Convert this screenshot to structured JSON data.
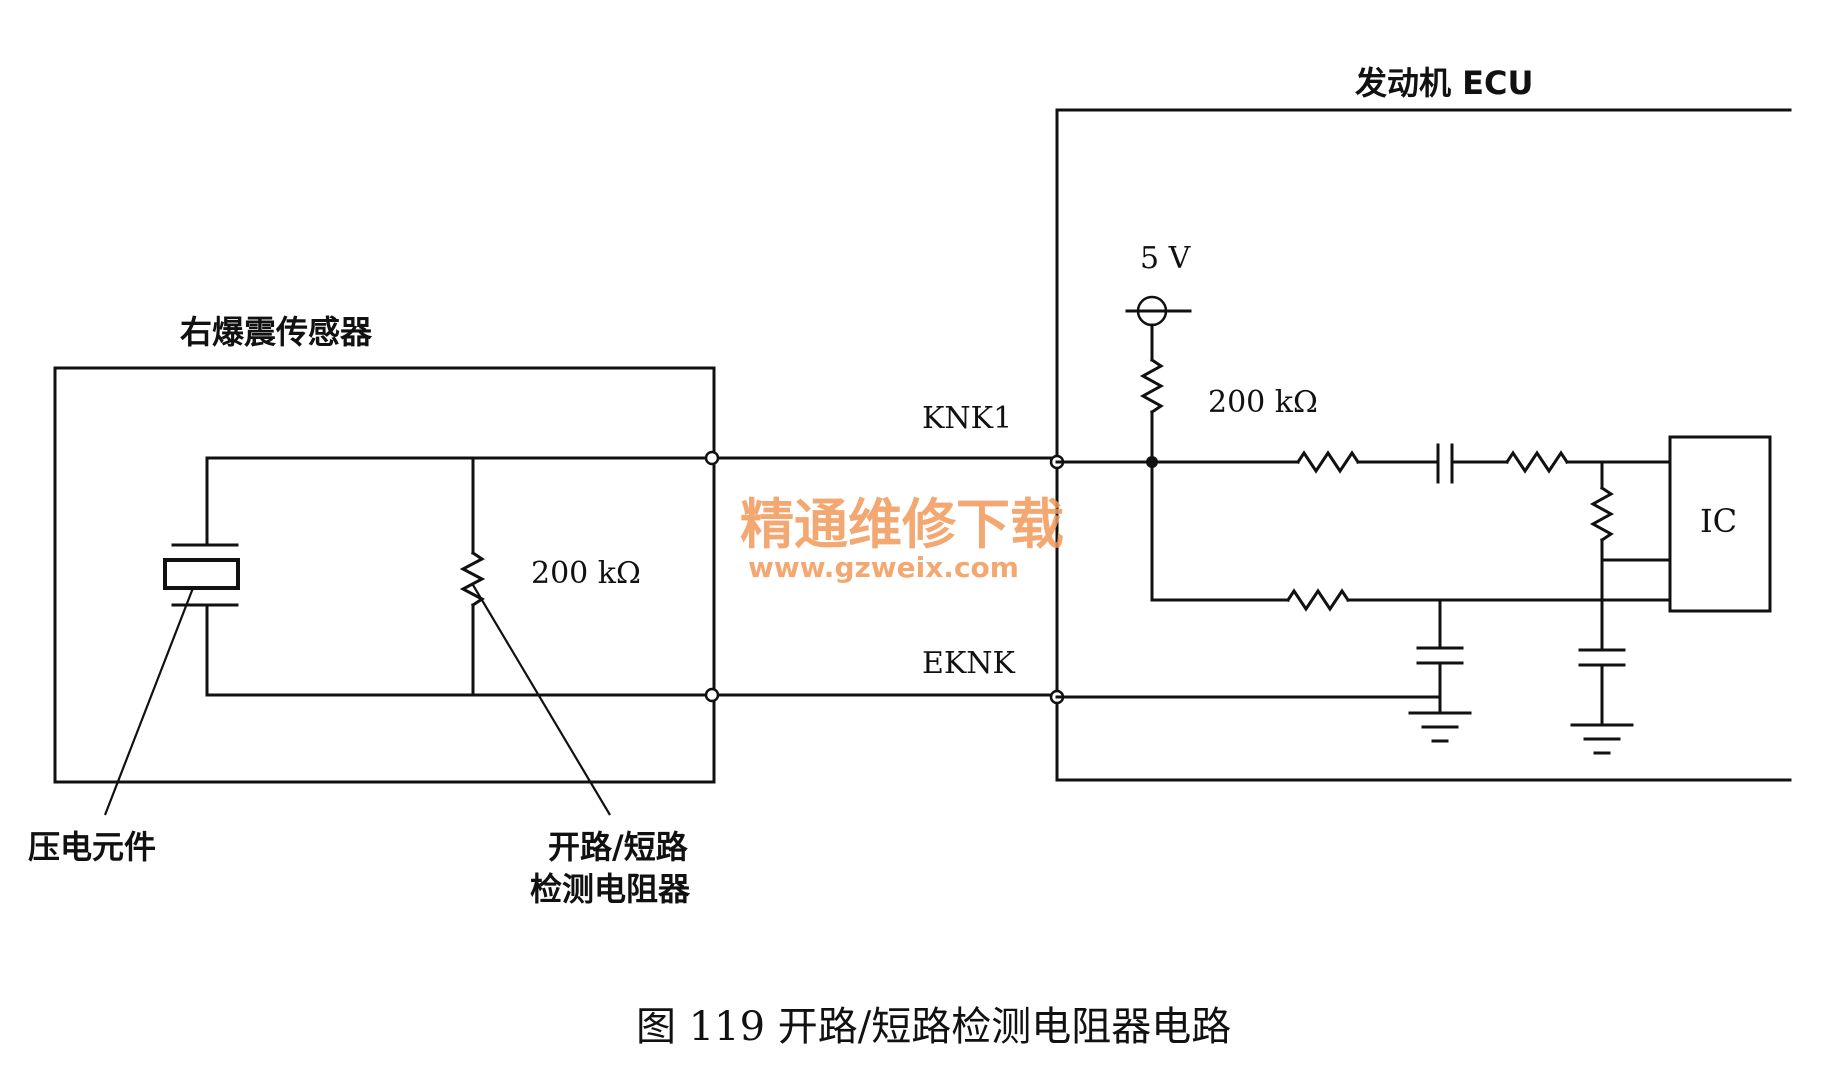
{
  "labels": {
    "ecu_title": "发动机  ECU",
    "sensor_title": "右爆震传感器",
    "supply": "5 V",
    "r_ecu": "200 kΩ",
    "r_sensor": "200 kΩ",
    "knk1": "KNK1",
    "eknk": "EKNK",
    "ic": "IC",
    "piezo": "压电元件",
    "detect_line1": "开路/短路",
    "detect_line2": "检测电阻器",
    "caption": "图 119    开路/短路检测电阻器电路"
  },
  "watermark": {
    "line1": "精通维修下载",
    "line2": "www.gzweix.com",
    "color": "#f29a5a"
  }
}
